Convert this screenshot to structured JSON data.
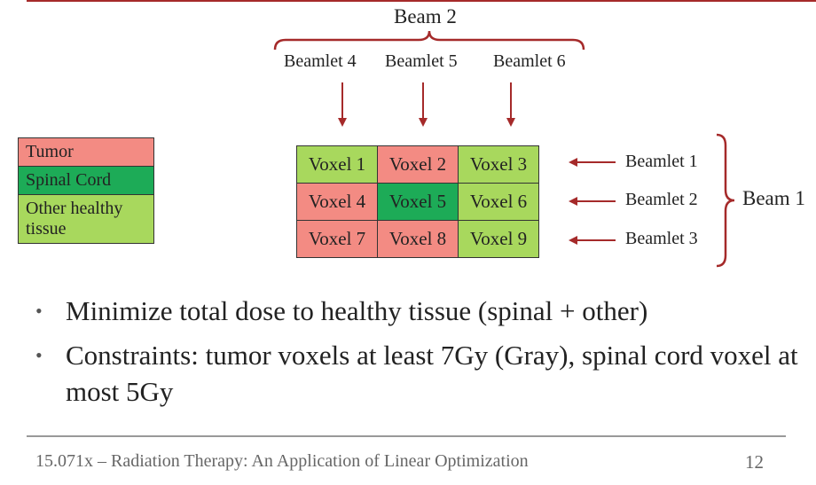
{
  "beam2": {
    "label": "Beam 2",
    "beamlets": [
      "Beamlet 4",
      "Beamlet 5",
      "Beamlet 6"
    ]
  },
  "beam1": {
    "label": "Beam 1",
    "beamlets": [
      "Beamlet 1",
      "Beamlet 2",
      "Beamlet 3"
    ]
  },
  "legend": {
    "tumor": "Tumor",
    "spinal": "Spinal Cord",
    "other": "Other healthy tissue"
  },
  "voxels": [
    "Voxel 1",
    "Voxel 2",
    "Voxel 3",
    "Voxel 4",
    "Voxel 5",
    "Voxel 6",
    "Voxel 7",
    "Voxel 8",
    "Voxel 9"
  ],
  "colors": {
    "tumor": "#f38b83",
    "spinal_cord": "#1dab57",
    "other_healthy": "#a8d85d",
    "arrow": "#a52a2a"
  },
  "bullets": [
    "Minimize total dose to healthy tissue (spinal + other)",
    "Constraints: tumor voxels at least 7Gy (Gray), spinal cord voxel at most 5Gy"
  ],
  "footer": {
    "text": "15.071x – Radiation Therapy: An Application of Linear Optimization",
    "page": "12"
  }
}
